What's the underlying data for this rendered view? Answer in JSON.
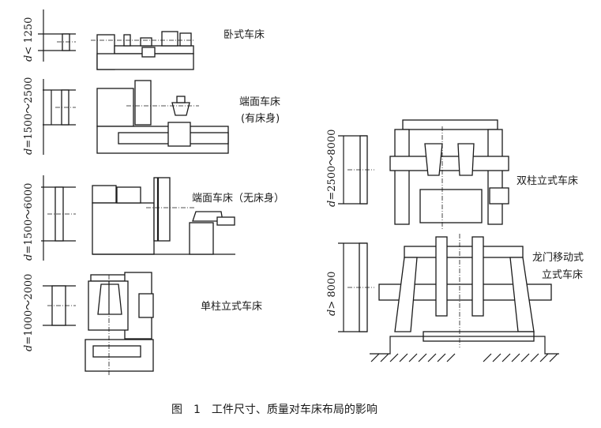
{
  "machines": [
    {
      "name": "卧式车床",
      "dim_var": "d",
      "dim_range": "< 1250"
    },
    {
      "name": "端面车床",
      "name_sub": "(有床身)",
      "dim_var": "d",
      "dim_range": "=1500～2500"
    },
    {
      "name": "端面车床（无床身）",
      "dim_var": "d",
      "dim_range": "=1500～6000"
    },
    {
      "name": "单柱立式车床",
      "dim_var": "d",
      "dim_range": "=1000～2000"
    },
    {
      "name": "双柱立式车床",
      "dim_var": "d",
      "dim_range": "=2500～8000"
    },
    {
      "name": "龙门移动式",
      "name_sub": "立式车床",
      "dim_var": "d",
      "dim_range": "> 8000"
    }
  ],
  "caption": "图　1　工件尺寸、质量对车床布局的影响"
}
